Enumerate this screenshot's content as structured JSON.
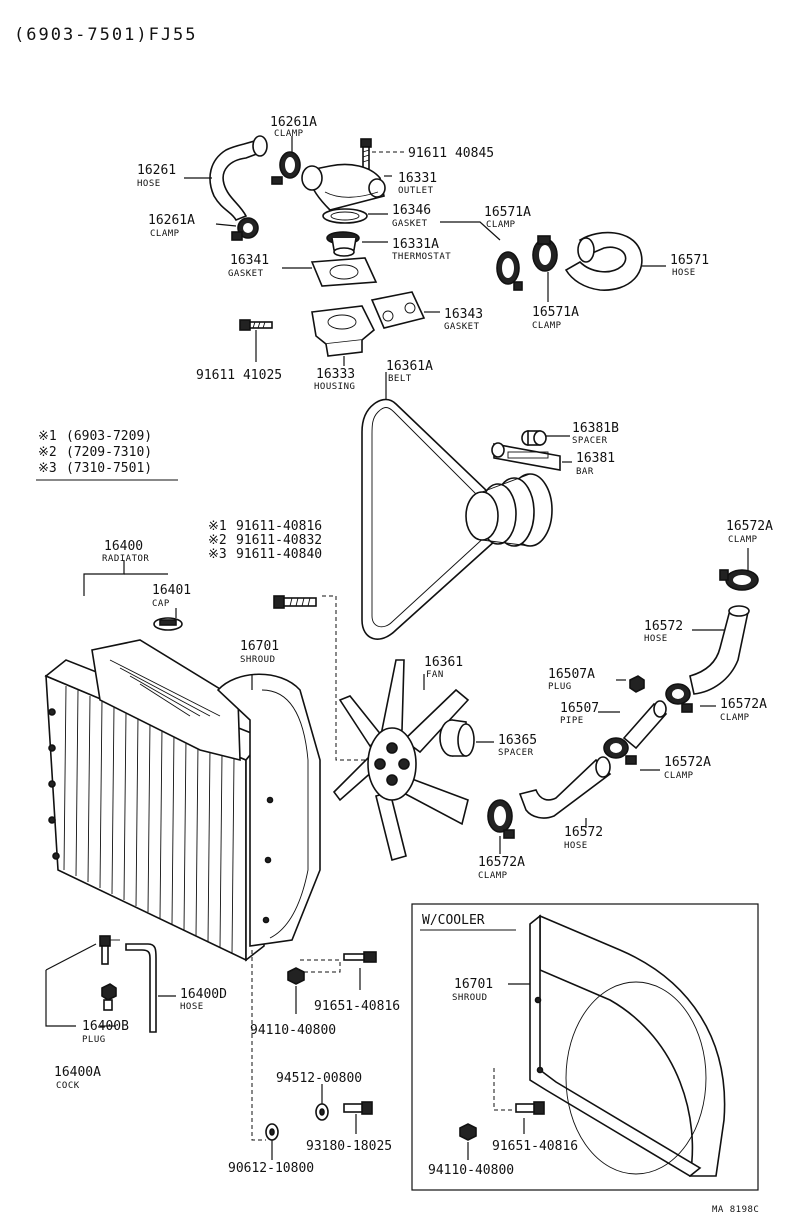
{
  "header": "(6903-7501)FJ55",
  "variants": [
    {
      "sym": "※1",
      "range": "(6903-7209)"
    },
    {
      "sym": "※2",
      "range": "(7209-7310)"
    },
    {
      "sym": "※3",
      "range": "(7310-7501)"
    }
  ],
  "bolt_variants": [
    {
      "sym": "※1",
      "code": "91611-40816"
    },
    {
      "sym": "※2",
      "code": "91611-40832"
    },
    {
      "sym": "※3",
      "code": "91611-40840"
    }
  ],
  "parts": {
    "p16261A_top": {
      "num": "16261A",
      "name": "CLAMP"
    },
    "p16261": {
      "num": "16261",
      "name": "HOSE"
    },
    "p16261A_bot": {
      "num": "16261A",
      "name": "CLAMP"
    },
    "p91611_40845": {
      "num": "91611 40845",
      "name": ""
    },
    "p16331": {
      "num": "16331",
      "name": "OUTLET"
    },
    "p16346": {
      "num": "16346",
      "name": "GASKET"
    },
    "p16331A": {
      "num": "16331A",
      "name": "THERMOSTAT"
    },
    "p16571A_top": {
      "num": "16571A",
      "name": "CLAMP"
    },
    "p16571": {
      "num": "16571",
      "name": "HOSE"
    },
    "p16571A_bot": {
      "num": "16571A",
      "name": "CLAMP"
    },
    "p16341": {
      "num": "16341",
      "name": "GASKET"
    },
    "p16343": {
      "num": "16343",
      "name": "GASKET"
    },
    "p16333": {
      "num": "16333",
      "name": "HOUSING"
    },
    "p91611_41025": {
      "num": "91611 41025",
      "name": ""
    },
    "p16361A": {
      "num": "16361A",
      "name": "BELT"
    },
    "p16381B": {
      "num": "16381B",
      "name": "SPACER"
    },
    "p16381": {
      "num": "16381",
      "name": "BAR"
    },
    "p16572A_top": {
      "num": "16572A",
      "name": "CLAMP"
    },
    "p16400": {
      "num": "16400",
      "name": "RADIATOR"
    },
    "p16401": {
      "num": "16401",
      "name": "CAP"
    },
    "p16701": {
      "num": "16701",
      "name": "SHROUD"
    },
    "p16361": {
      "num": "16361",
      "name": "FAN"
    },
    "p16572_top": {
      "num": "16572",
      "name": "HOSE"
    },
    "p16507A": {
      "num": "16507A",
      "name": "PLUG"
    },
    "p16507": {
      "num": "16507",
      "name": "PIPE"
    },
    "p16572A_mid": {
      "num": "16572A",
      "name": "CLAMP"
    },
    "p16365": {
      "num": "16365",
      "name": "SPACER"
    },
    "p16572A_low": {
      "num": "16572A",
      "name": "CLAMP"
    },
    "p16572_bot": {
      "num": "16572",
      "name": "HOSE"
    },
    "p16572A_bot": {
      "num": "16572A",
      "name": "CLAMP"
    },
    "p16400D": {
      "num": "16400D",
      "name": "HOSE"
    },
    "p16400B": {
      "num": "16400B",
      "name": "PLUG"
    },
    "p16400A": {
      "num": "16400A",
      "name": "COCK"
    },
    "p94110_main": {
      "num": "94110-40800",
      "name": ""
    },
    "p91651_main": {
      "num": "91651-40816",
      "name": ""
    },
    "p94512": {
      "num": "94512-00800",
      "name": ""
    },
    "p93180": {
      "num": "93180-18025",
      "name": ""
    },
    "p90612": {
      "num": "90612-10800",
      "name": ""
    },
    "p16701_cooler": {
      "num": "16701",
      "name": "SHROUD"
    },
    "p91651_cooler": {
      "num": "91651-40816",
      "name": ""
    },
    "p94110_cooler": {
      "num": "94110-40800",
      "name": ""
    }
  },
  "cooler_box_title": "W/COOLER",
  "footer_code": "MA 8198C"
}
